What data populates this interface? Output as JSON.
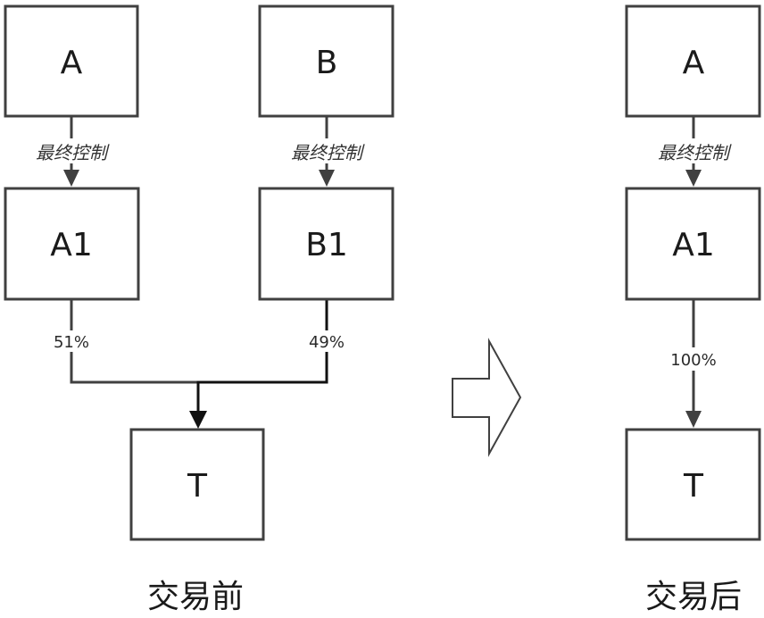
{
  "before": {
    "caption": "交易前",
    "nodes": {
      "A": "A",
      "B": "B",
      "A1": "A1",
      "B1": "B1",
      "T": "T"
    },
    "control_label_left": "最终控制",
    "control_label_right": "最终控制",
    "share_left": "51%",
    "share_right": "49%"
  },
  "after": {
    "caption": "交易后",
    "nodes": {
      "A": "A",
      "A1": "A1",
      "T": "T"
    },
    "control_label": "最终控制",
    "share": "100%"
  },
  "transition_icon": "right-arrow-outline-icon"
}
